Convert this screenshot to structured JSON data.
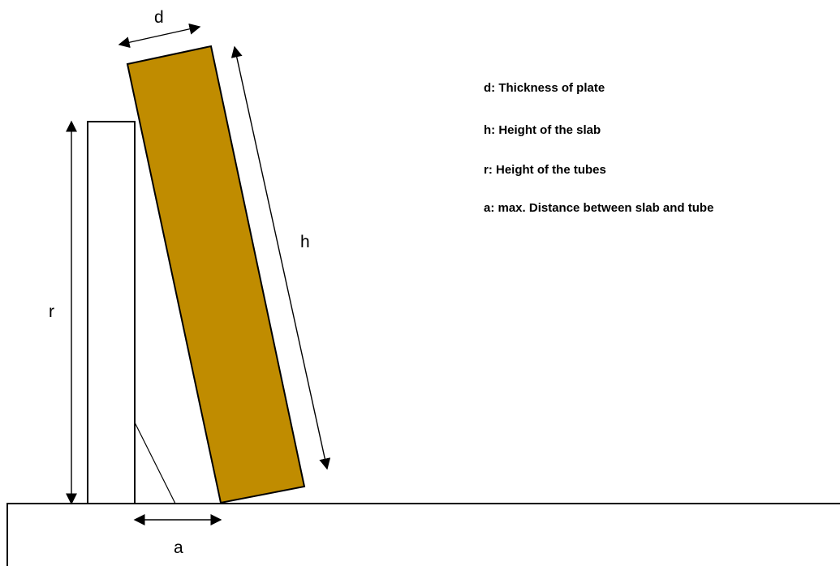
{
  "colors": {
    "slab": "#c08c00",
    "stroke": "#000000",
    "background": "#ffffff"
  },
  "labels": {
    "d": "d",
    "h": "h",
    "r": "r",
    "a": "a"
  },
  "legend": {
    "items": [
      "d: Thickness of plate",
      "h: Height of the slab",
      "r: Height of the tubes",
      "a: max. Distance between slab and tube"
    ]
  }
}
